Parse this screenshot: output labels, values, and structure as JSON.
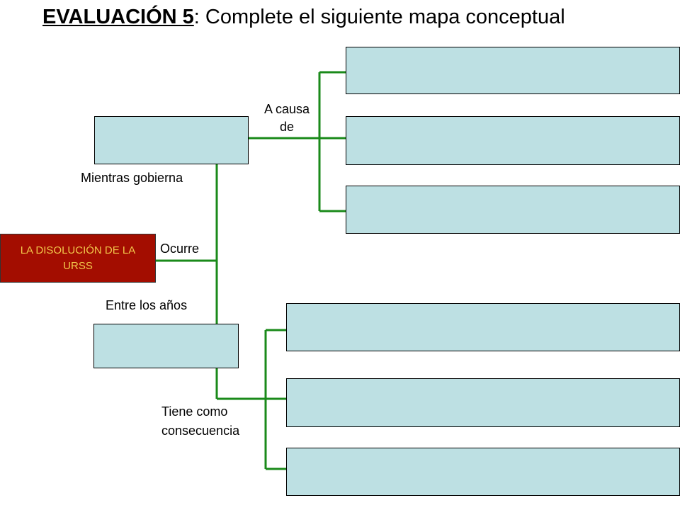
{
  "title": {
    "bold": "EVALUACIÓN 5",
    "rest": ": Complete el siguiente mapa conceptual"
  },
  "main_node": {
    "text": "LA DISOLUCIÓN DE LA URSS"
  },
  "labels": {
    "mientras": "Mientras gobierna",
    "ocurre": "Ocurre",
    "entre": "Entre los años",
    "a_causa_line1": "A causa",
    "a_causa_line2": "de",
    "tiene_line1": "Tiene como",
    "tiene_line2": "consecuencia"
  },
  "colors": {
    "connector": "#1a8a1a",
    "box_fill": "#bde0e3",
    "main_fill": "#a30d00",
    "main_text": "#f2c84b"
  }
}
